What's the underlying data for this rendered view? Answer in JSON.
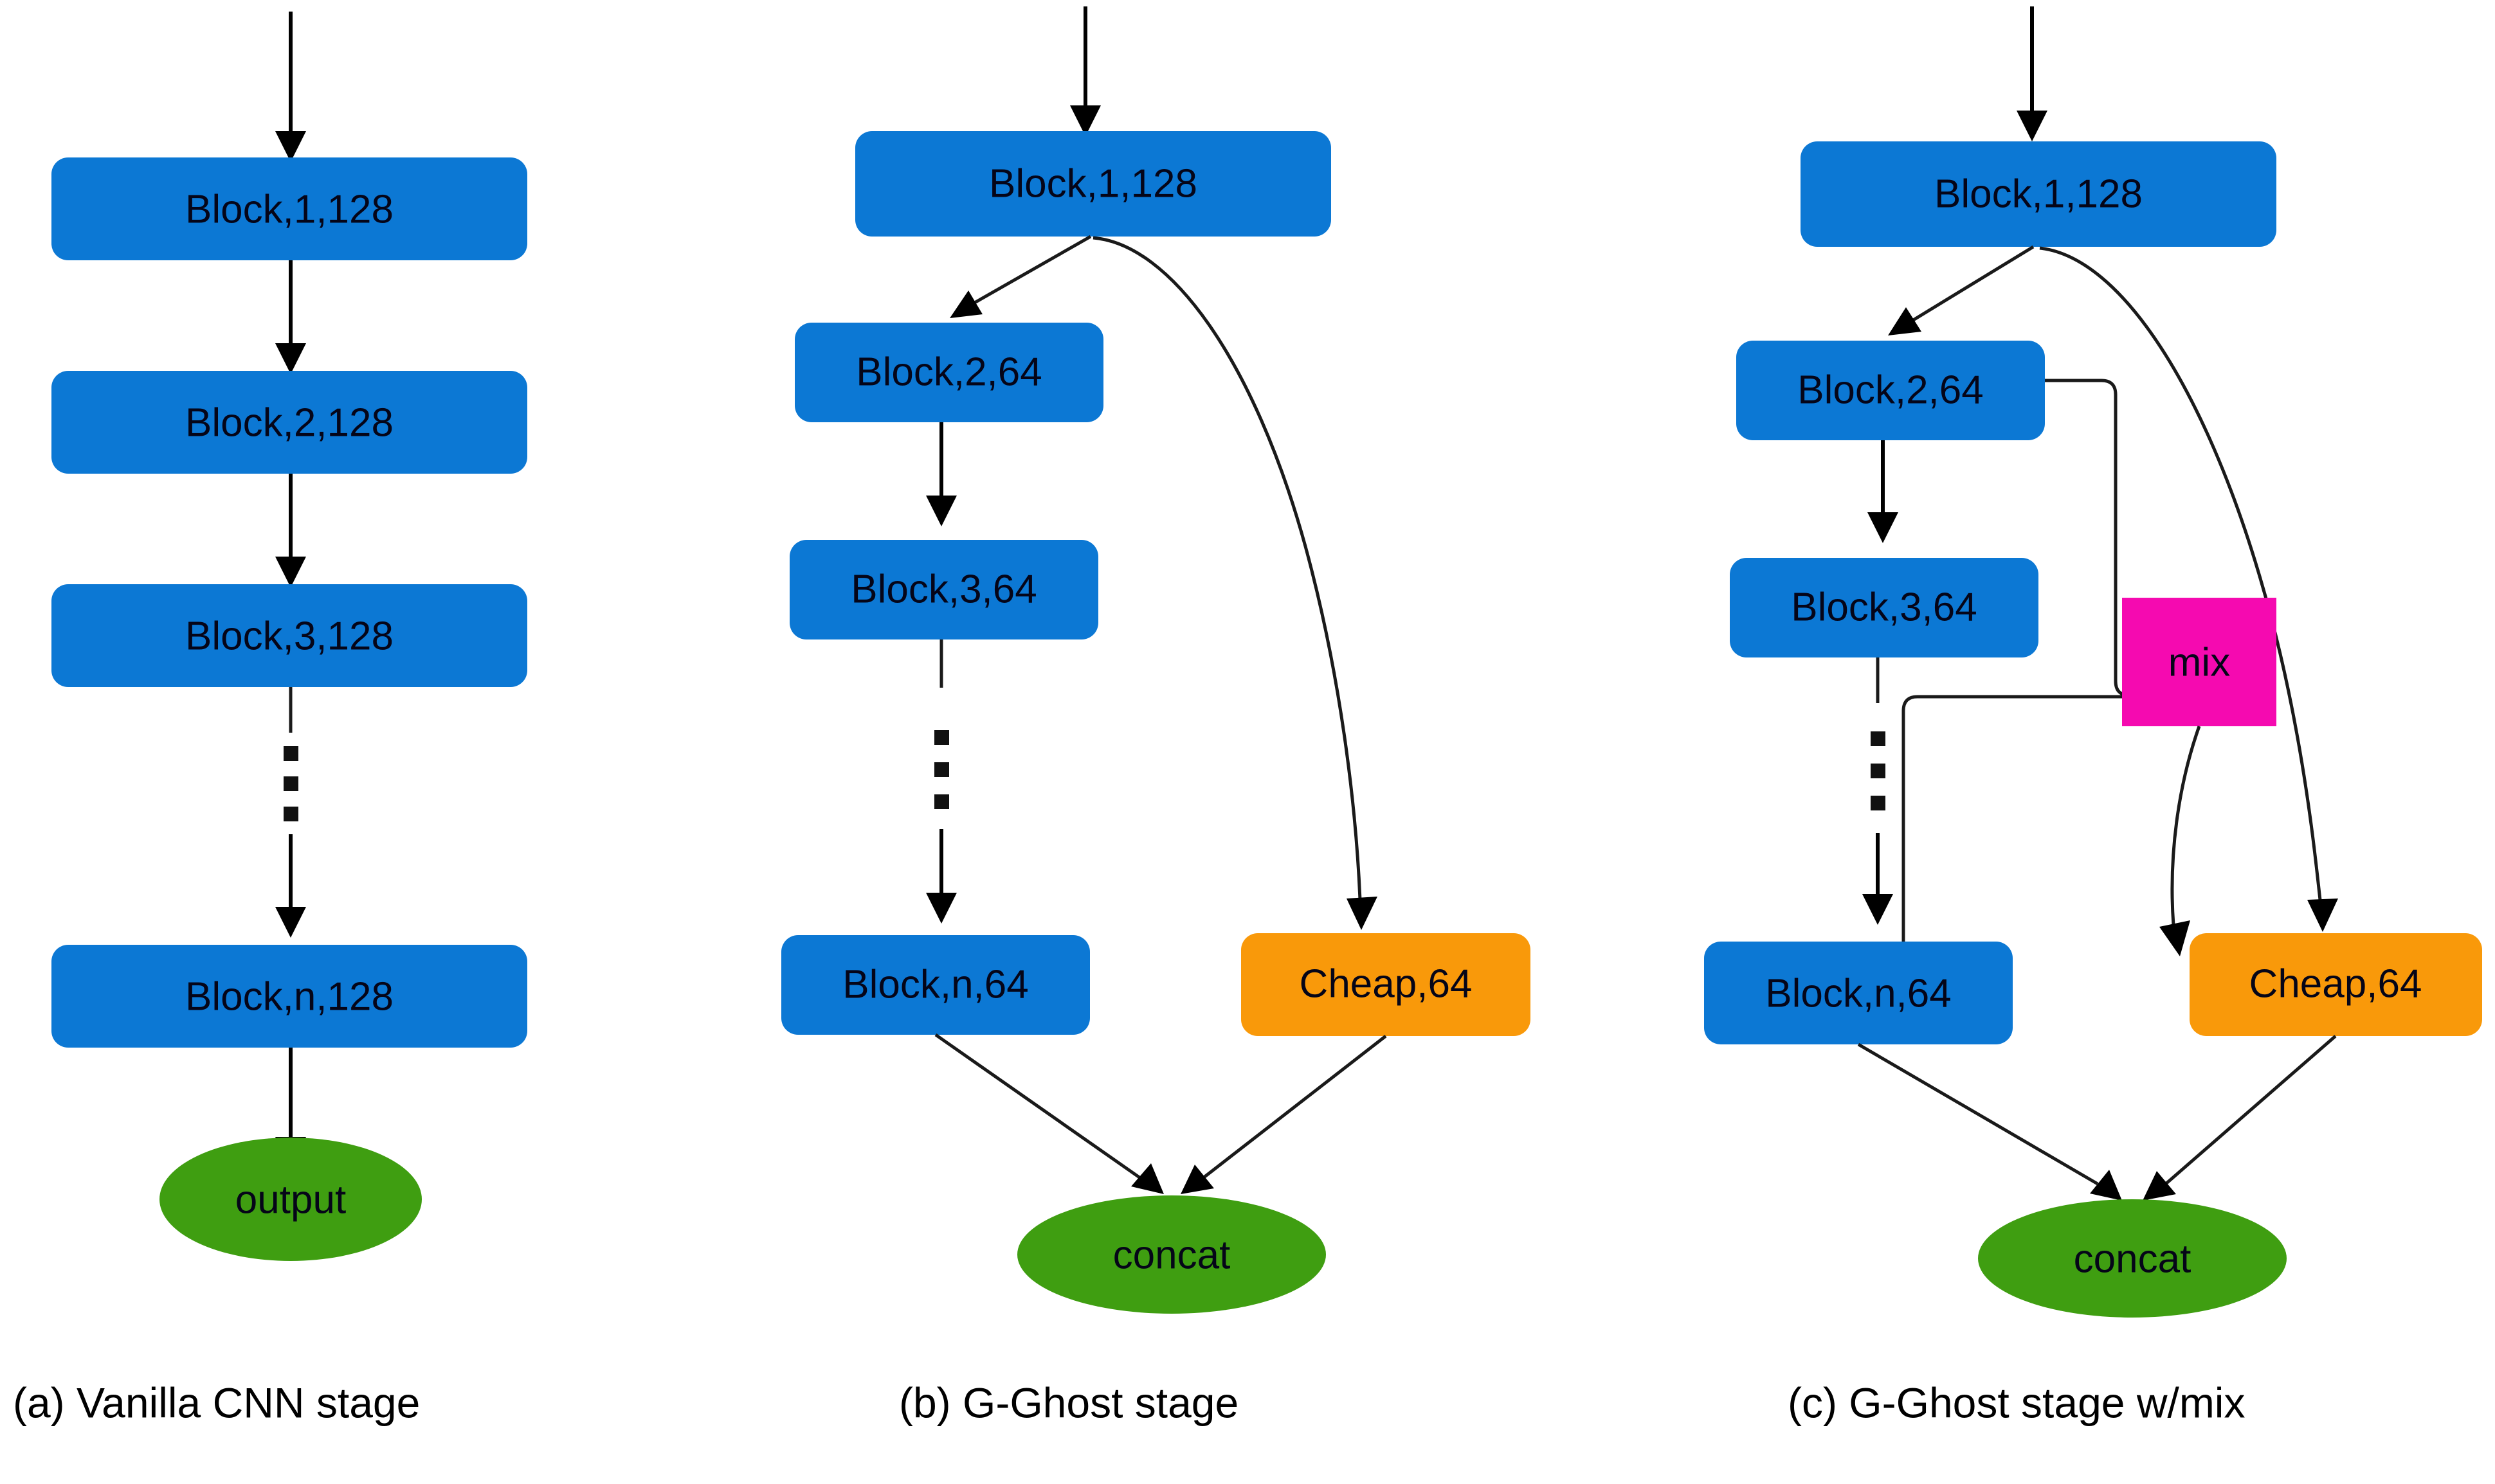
{
  "figure": {
    "background": "#ffffff",
    "colors": {
      "block": "#0c78d4",
      "cheap": "#f9990a",
      "output": "#3f9e11",
      "mix": "#f50ab0",
      "edge": "#000000",
      "text": "#050518"
    }
  },
  "panels": [
    {
      "id": "a",
      "caption": "(a)  Vanilla CNN stage",
      "nodes": [
        {
          "id": "a-block1",
          "label": "Block,1,128",
          "type": "block"
        },
        {
          "id": "a-block2",
          "label": "Block,2,128",
          "type": "block"
        },
        {
          "id": "a-block3",
          "label": "Block,3,128",
          "type": "block"
        },
        {
          "id": "a-blockn",
          "label": "Block,n,128",
          "type": "block"
        },
        {
          "id": "a-output",
          "label": "output",
          "type": "output"
        }
      ]
    },
    {
      "id": "b",
      "caption": "(b)  G-Ghost stage",
      "nodes": [
        {
          "id": "b-block1",
          "label": "Block,1,128",
          "type": "block"
        },
        {
          "id": "b-block2",
          "label": "Block,2,64",
          "type": "block"
        },
        {
          "id": "b-block3",
          "label": "Block,3,64",
          "type": "block"
        },
        {
          "id": "b-blockn",
          "label": "Block,n,64",
          "type": "block"
        },
        {
          "id": "b-cheap",
          "label": "Cheap,64",
          "type": "cheap"
        },
        {
          "id": "b-concat",
          "label": "concat",
          "type": "output"
        }
      ]
    },
    {
      "id": "c",
      "caption": "(c)  G-Ghost stage w/mix",
      "nodes": [
        {
          "id": "c-block1",
          "label": "Block,1,128",
          "type": "block"
        },
        {
          "id": "c-block2",
          "label": "Block,2,64",
          "type": "block"
        },
        {
          "id": "c-block3",
          "label": "Block,3,64",
          "type": "block"
        },
        {
          "id": "c-blockn",
          "label": "Block,n,64",
          "type": "block"
        },
        {
          "id": "c-mix",
          "label": "mix",
          "type": "mix"
        },
        {
          "id": "c-cheap",
          "label": "Cheap,64",
          "type": "cheap"
        },
        {
          "id": "c-concat",
          "label": "concat",
          "type": "output"
        }
      ]
    }
  ],
  "labels": {
    "a_block1": "Block,1,128",
    "a_block2": "Block,2,128",
    "a_block3": "Block,3,128",
    "a_blockn": "Block,n,128",
    "a_output": "output",
    "a_caption": "(a)  Vanilla CNN stage",
    "b_block1": "Block,1,128",
    "b_block2": "Block,2,64",
    "b_block3": "Block,3,64",
    "b_blockn": "Block,n,64",
    "b_cheap": "Cheap,64",
    "b_concat": "concat",
    "b_caption": "(b)  G-Ghost stage",
    "c_block1": "Block,1,128",
    "c_block2": "Block,2,64",
    "c_block3": "Block,3,64",
    "c_blockn": "Block,n,64",
    "c_mix": "mix",
    "c_cheap": "Cheap,64",
    "c_concat": "concat",
    "c_caption": "(c)  G-Ghost stage w/mix"
  }
}
